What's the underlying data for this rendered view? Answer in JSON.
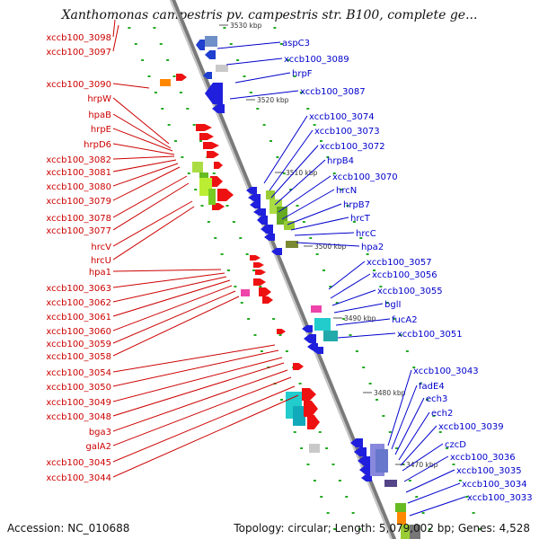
{
  "title": "Xanthomonas campestris pv. campestris str. B100, complete ge...",
  "footer": {
    "accession": "Accession: NC_010688",
    "summary": "Topology: circular; Length: 5,079,002 bp; Genes: 4,528"
  },
  "kbp_ticks": [
    "3530 kbp",
    "3520 kbp",
    "3510 kbp",
    "3500 kbp",
    "3490 kbp",
    "3480 kbp",
    "3470 kbp"
  ],
  "left_labels": [
    "xccb100_3098",
    "xccb100_3097",
    "xccb100_3090",
    "hrpW",
    "hpaB",
    "hrpE",
    "hrpD6",
    "xccb100_3082",
    "xccb100_3081",
    "xccb100_3080",
    "xccb100_3079",
    "xccb100_3078",
    "xccb100_3077",
    "hrcV",
    "hrcU",
    "hpa1",
    "xccb100_3063",
    "xccb100_3062",
    "xccb100_3061",
    "xccb100_3060",
    "xccb100_3059",
    "xccb100_3058",
    "xccb100_3054",
    "xccb100_3050",
    "xccb100_3049",
    "xccb100_3048",
    "bga3",
    "galA2",
    "xccb100_3045",
    "xccb100_3044"
  ],
  "right_labels": [
    "aspC3",
    "xccb100_3089",
    "hrpF",
    "xccb100_3087",
    "xccb100_3074",
    "xccb100_3073",
    "xccb100_3072",
    "hrpB4",
    "xccb100_3070",
    "hrcN",
    "hrpB7",
    "hrcT",
    "hrcC",
    "hpa2",
    "xccb100_3057",
    "xccb100_3056",
    "xccb100_3055",
    "bglI",
    "fucA2",
    "xccb100_3051",
    "xccb100_3043",
    "fadE4",
    "ech3",
    "ech2",
    "xccb100_3039",
    "czcD",
    "xccb100_3036",
    "xccb100_3035",
    "xccb100_3034",
    "xccb100_3033"
  ],
  "colors": {
    "left_label": "#cc0000",
    "right_label": "#0000cc",
    "backbone": "#888888",
    "dots": "#22aa22"
  }
}
